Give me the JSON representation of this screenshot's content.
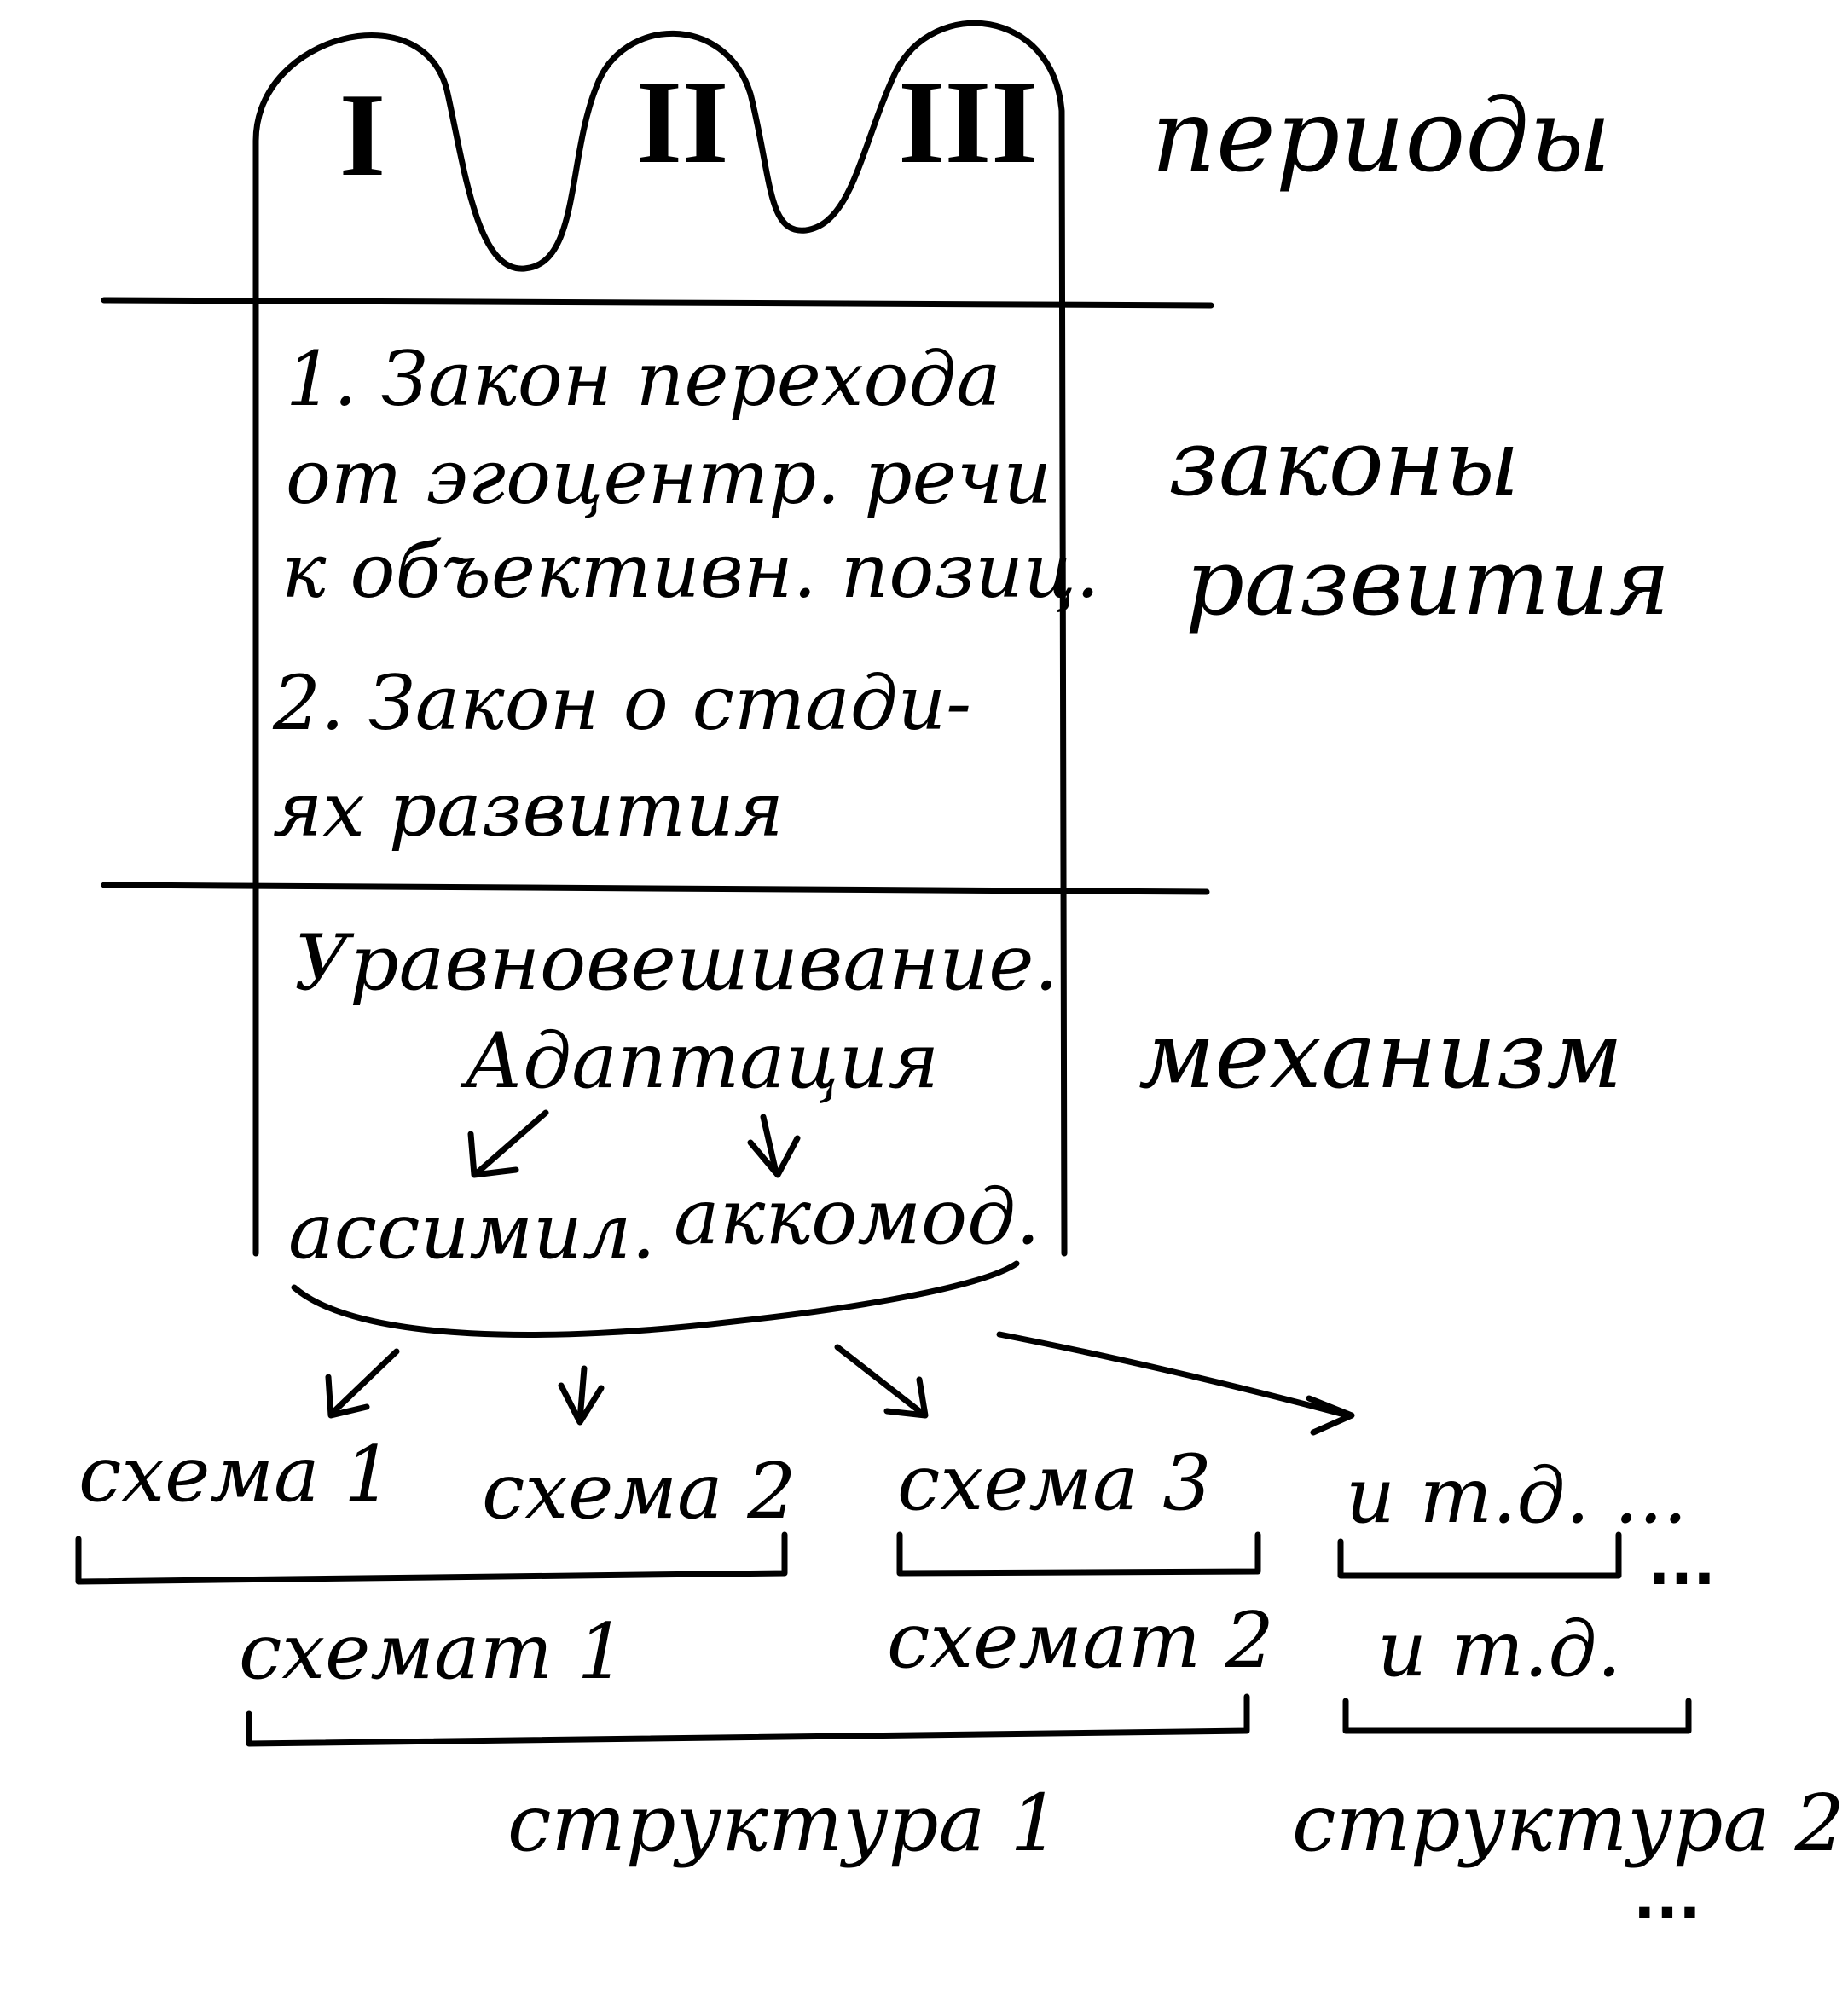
{
  "periods": {
    "numerals": [
      "I",
      "II",
      "III"
    ],
    "label": "периоды"
  },
  "laws": {
    "lines": [
      "1. Закон перехода",
      "от эгоцентр. речи",
      "к объективн. позиц.",
      "2. Закон о стади-",
      "ях развития"
    ],
    "label_lines": [
      "законы",
      "развития"
    ]
  },
  "mechanism": {
    "equilibration": "Уравновешивание.",
    "adaptation": "Адаптация",
    "assimilation": "ассимил.",
    "accommodation": "аккомод.",
    "label": "механизм"
  },
  "schemes": {
    "items": [
      "схема 1",
      "схема 2",
      "схема 3",
      "и т.д. ..."
    ],
    "trailing_dots": "...",
    "schemata": [
      "схемат 1",
      "схемат 2",
      "и т.д."
    ],
    "structures": [
      "структура 1",
      "структура 2"
    ],
    "final_dots": "..."
  }
}
